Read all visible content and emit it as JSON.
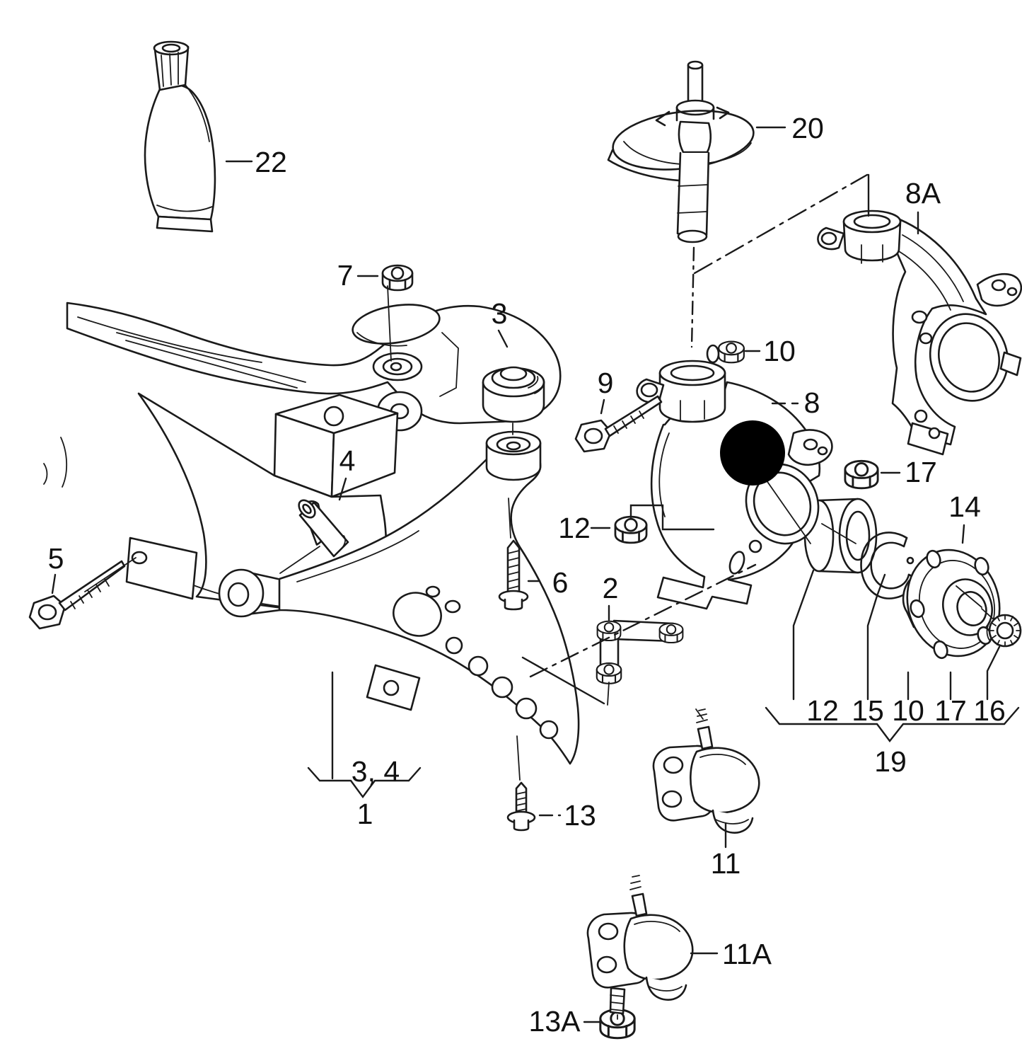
{
  "diagram": {
    "background": "#ffffff",
    "line_color": "#1a1a1a",
    "redaction_color": "#000000"
  },
  "labels": {
    "l1": "1",
    "l2": "2",
    "l3": "3",
    "l34": "3, 4",
    "l4": "4",
    "l5": "5",
    "l6": "6",
    "l7": "7",
    "l8": "8",
    "l8a": "8A",
    "l9": "9",
    "l10": "10",
    "l11": "11",
    "l11a": "11A",
    "l12": "12",
    "l13": "13",
    "l13a": "13A",
    "l14": "14",
    "l17": "17",
    "l19": "19",
    "l20": "20",
    "l22": "22"
  },
  "group_row": {
    "g12": "12",
    "g15": "15",
    "g10": "10",
    "g17": "17",
    "g16": "16"
  }
}
